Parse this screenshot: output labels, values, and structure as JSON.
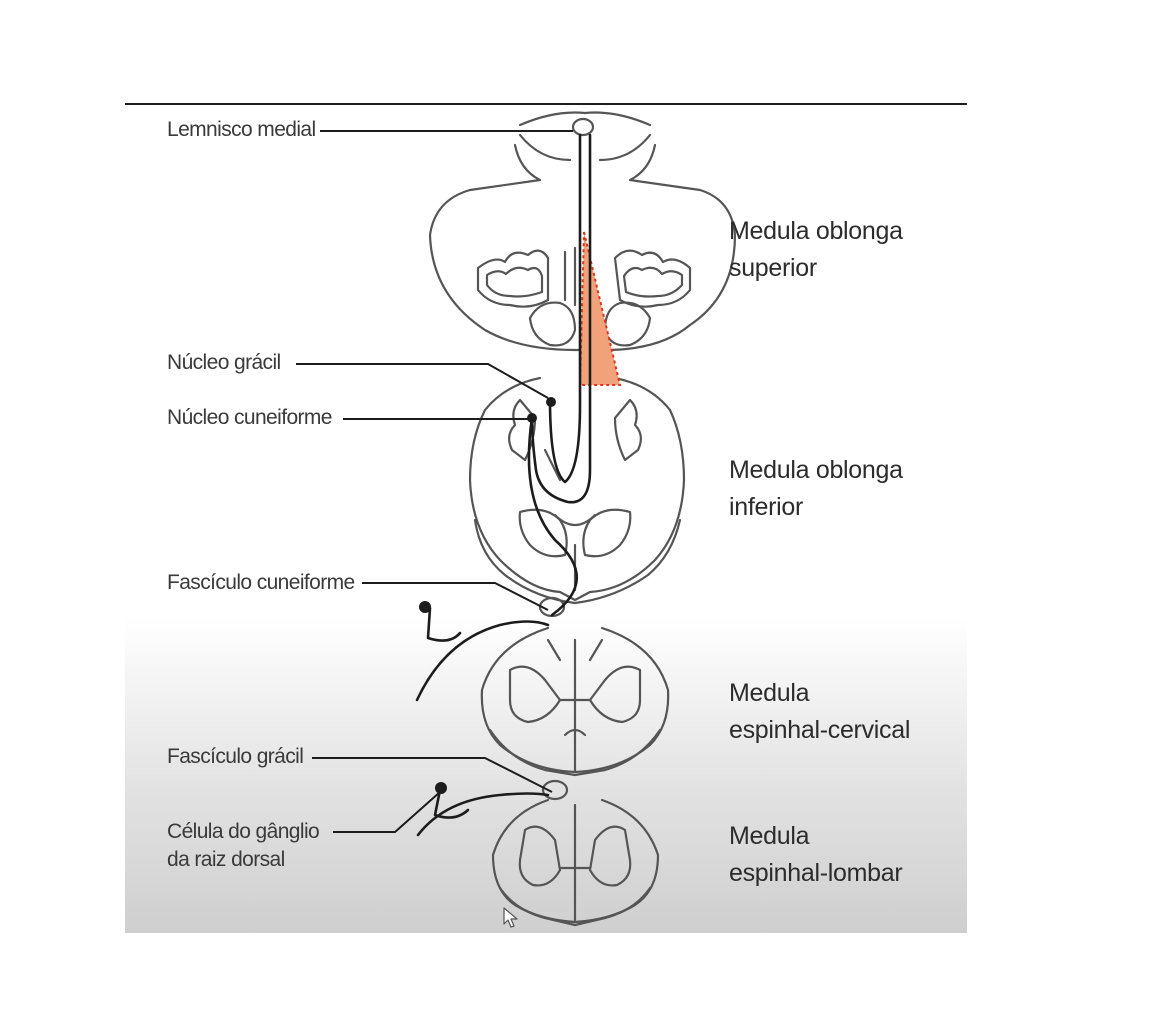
{
  "labels_left": {
    "lemnisco": "Lemnisco medial",
    "nucleo_gracil": "Núcleo grácil",
    "nucleo_cuneiforme": "Núcleo cuneiforme",
    "fasciculo_cuneiforme": "Fascículo cuneiforme",
    "fasciculo_gracil": "Fascículo grácil",
    "celula_line1": "Célula do gânglio",
    "celula_line2": "da raiz dorsal"
  },
  "labels_right": {
    "oblonga_sup_l1": "Medula oblonga",
    "oblonga_sup_l2": "superior",
    "oblonga_inf_l1": "Medula oblonga",
    "oblonga_inf_l2": "inferior",
    "cervical_l1": "Medula",
    "cervical_l2": "espinhal-cervical",
    "lombar_l1": "Medula",
    "lombar_l2": "espinhal-lombar"
  },
  "colors": {
    "highlight": "#f2a27a",
    "highlight_border": "#d9361c",
    "line": "#1c1c1c",
    "outline": "#555555"
  }
}
